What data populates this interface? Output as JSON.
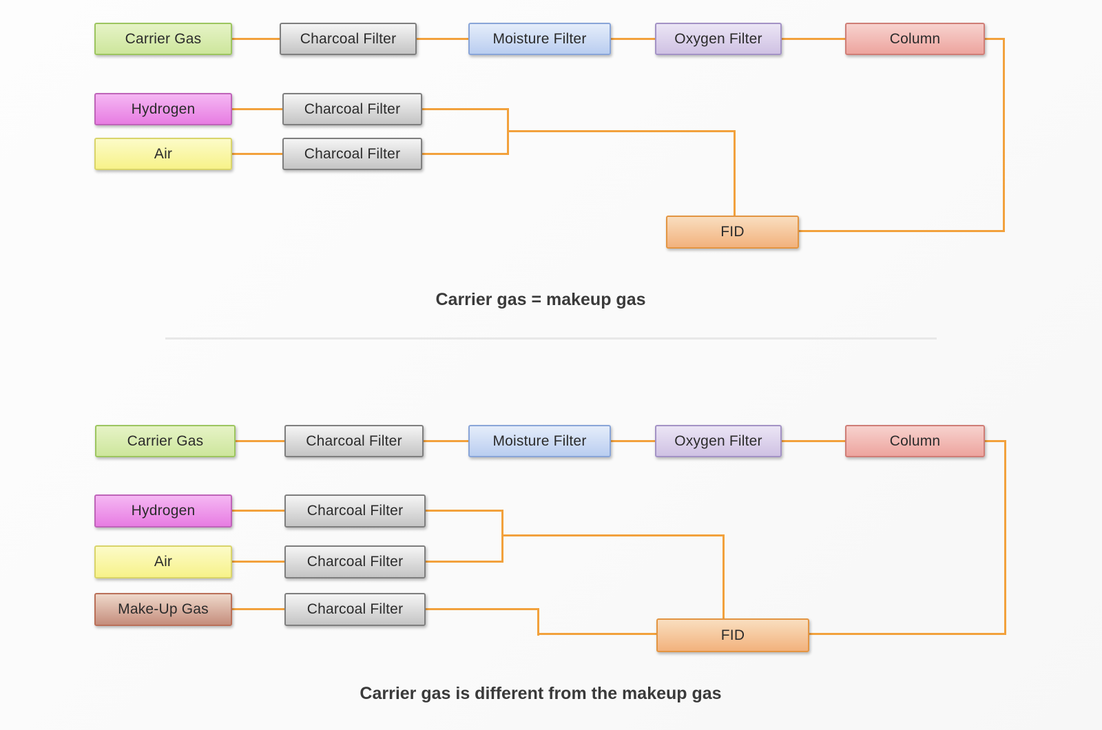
{
  "diagram1": {
    "caption": "Carrier gas = makeup gas",
    "carrier_gas": "Carrier Gas",
    "charcoal_filter_a": "Charcoal Filter",
    "moisture_filter": "Moisture Filter",
    "oxygen_filter": "Oxygen Filter",
    "column": "Column",
    "hydrogen": "Hydrogen",
    "charcoal_filter_b": "Charcoal Filter",
    "air": "Air",
    "charcoal_filter_c": "Charcoal Filter",
    "fid": "FID"
  },
  "diagram2": {
    "caption": "Carrier gas is different from the makeup gas",
    "carrier_gas": "Carrier Gas",
    "charcoal_filter_a": "Charcoal Filter",
    "moisture_filter": "Moisture Filter",
    "oxygen_filter": "Oxygen Filter",
    "column": "Column",
    "hydrogen": "Hydrogen",
    "charcoal_filter_b": "Charcoal Filter",
    "air": "Air",
    "charcoal_filter_c": "Charcoal Filter",
    "make_up_gas": "Make-Up Gas",
    "charcoal_filter_d": "Charcoal Filter",
    "fid": "FID"
  },
  "colors": {
    "connector": "#F2A13C",
    "carrier_gas": "#CDE69C",
    "charcoal_filter": "#C4C4C4",
    "moisture_filter": "#B9CDF0",
    "oxygen_filter": "#CFC1E3",
    "column": "#EDA49E",
    "hydrogen": "#E77CE2",
    "air": "#F7F289",
    "make_up_gas": "#C58D7C",
    "fid": "#F2B27D",
    "caption_text": "#3A3A3A",
    "background": "#FAFAFA"
  }
}
